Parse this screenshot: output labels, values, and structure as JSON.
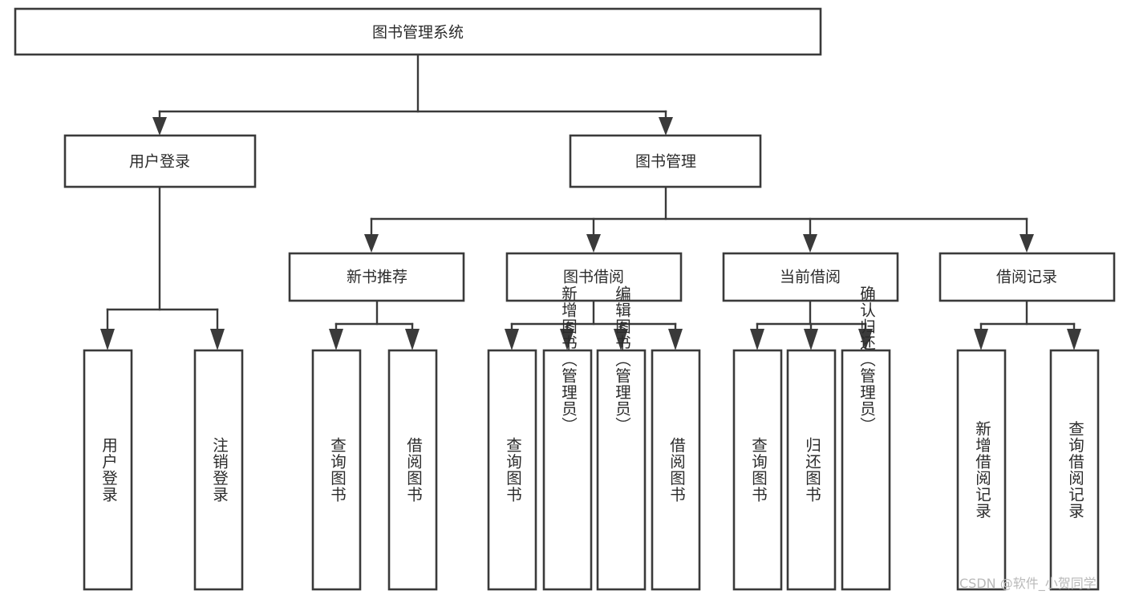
{
  "diagram": {
    "title": "图书管理系统",
    "type": "tree",
    "watermark": "CSDN @软件_小贺同学",
    "colors": {
      "stroke": "#3a3a3a",
      "fill": "#ffffff",
      "text": "#2b2b2b",
      "watermark": "#b9b9b9",
      "background": "#ffffff"
    },
    "nodes": {
      "root": {
        "label": "图书管理系统"
      },
      "level1": [
        {
          "id": "user-login",
          "label": "用户登录"
        },
        {
          "id": "book-manage",
          "label": "图书管理"
        }
      ],
      "level2": [
        {
          "id": "new-book-rec",
          "label": "新书推荐"
        },
        {
          "id": "book-borrow",
          "label": "图书借阅"
        },
        {
          "id": "current-borrow",
          "label": "当前借阅"
        },
        {
          "id": "borrow-record",
          "label": "借阅记录"
        }
      ],
      "leaves": {
        "user_login": [
          {
            "id": "leaf-user-login",
            "label": "用户登录"
          },
          {
            "id": "leaf-logout-login",
            "label": "注销登录"
          }
        ],
        "new_book_rec": [
          {
            "id": "leaf-query-book-1",
            "label": "查询图书"
          },
          {
            "id": "leaf-borrow-book-1",
            "label": "借阅图书"
          }
        ],
        "book_borrow": [
          {
            "id": "leaf-query-book-2",
            "label": "查询图书"
          },
          {
            "id": "leaf-add-book",
            "label": "新增图书（管理员）"
          },
          {
            "id": "leaf-edit-book",
            "label": "编辑图书（管理员）"
          },
          {
            "id": "leaf-borrow-book-2",
            "label": "借阅图书"
          }
        ],
        "current_borrow": [
          {
            "id": "leaf-query-book-3",
            "label": "查询图书"
          },
          {
            "id": "leaf-return-book",
            "label": "归还图书"
          },
          {
            "id": "leaf-confirm-return",
            "label": "确认归还（管理员）"
          }
        ],
        "borrow_record": [
          {
            "id": "leaf-add-record",
            "label": "新增借阅记录"
          },
          {
            "id": "leaf-query-record",
            "label": "查询借阅记录"
          }
        ]
      }
    }
  }
}
